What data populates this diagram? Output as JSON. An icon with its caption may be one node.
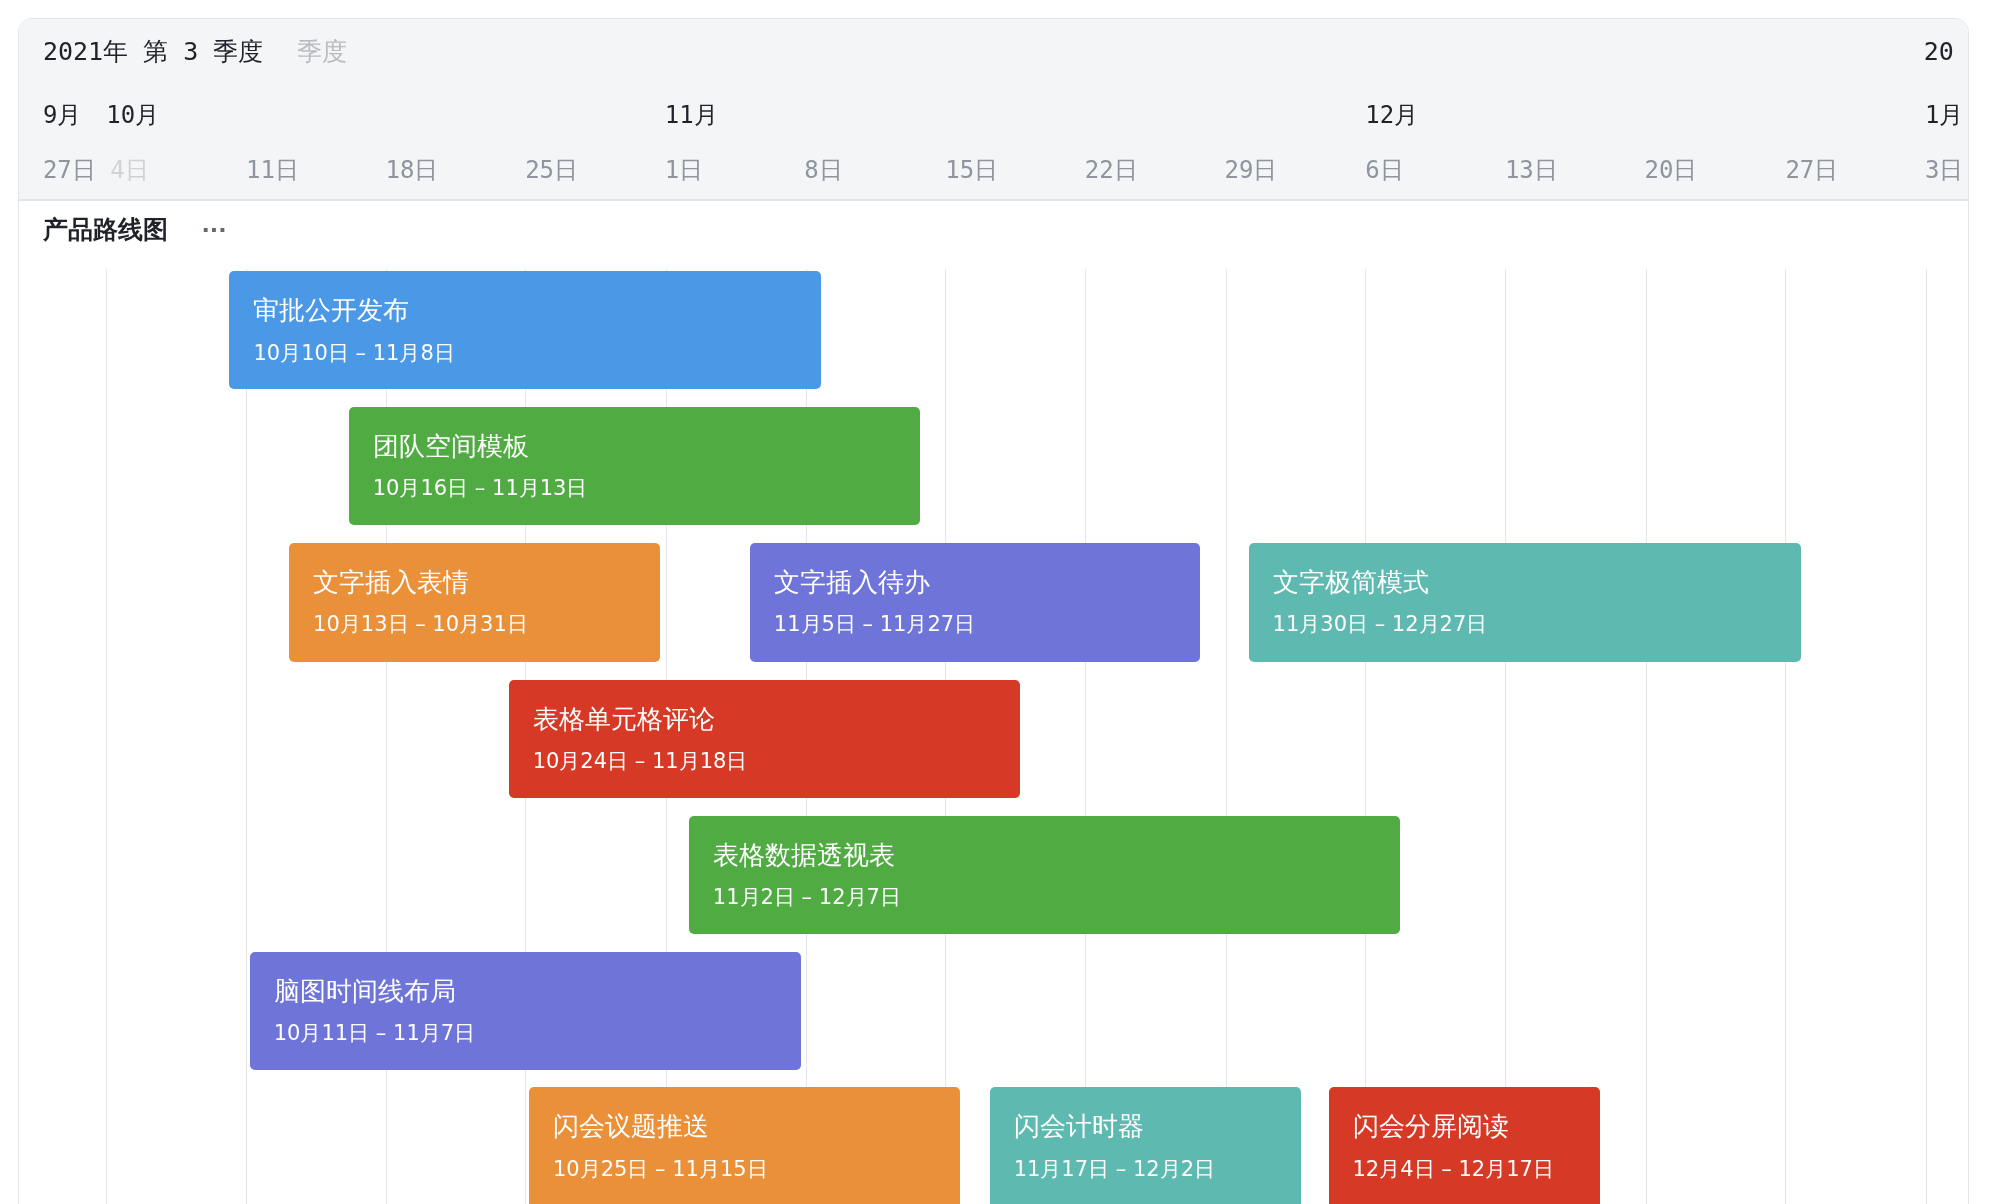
{
  "diagram": {
    "nodes": [
      {
        "text": [
          "审批公开发布",
          "10月10日 – 11月8日"
        ]
      },
      {
        "text": [
          "团队空间模板",
          "10月16日 – 11月13日"
        ]
      },
      {
        "text": [
          "文字插入表情",
          "10月13日 – 10月31日"
        ]
      },
      {
        "text": [
          "文字插入待办",
          "11月5日 – 11月27日"
        ]
      },
      {
        "text": [
          "文字极简模式",
          "11月30日 – 12月27日"
        ]
      },
      {
        "text": [
          "表格单元格评论",
          "10月24日 – 11月18日"
        ]
      },
      {
        "text": [
          "表格数据透视表",
          "11月2日 – 12月7日"
        ]
      },
      {
        "text": [
          "脑图时间线布局",
          "10月11日 – 11月7日"
        ]
      },
      {
        "text": [
          "闪会议题推送",
          "10月25日 – 11月15日"
        ]
      },
      {
        "text": [
          "闪会计时器",
          "11月17日 – 12月2日"
        ]
      },
      {
        "text": [
          "闪会分屏阅读",
          "12月4日 – 12月17日"
        ]
      }
    ],
    "labels": [
      "2021年 第 3 季度",
      "季度",
      "20",
      "9月",
      "10月",
      "11月",
      "12月",
      "1月",
      "27日",
      "4日",
      "11日",
      "18日",
      "25日",
      "1日",
      "8日",
      "15日",
      "22日",
      "29日",
      "6日",
      "13日",
      "20日",
      "27日",
      "3日",
      "产品路线图",
      "···"
    ]
  }
}
